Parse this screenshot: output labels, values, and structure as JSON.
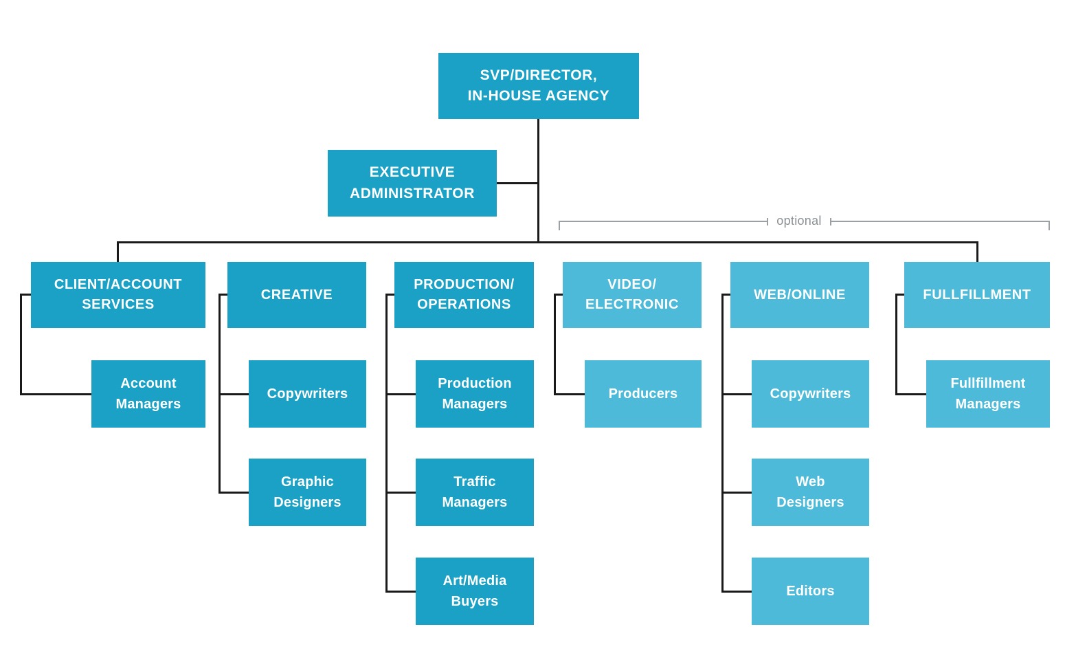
{
  "colors": {
    "primary": "#1ba1c5",
    "optional": "#4cbad8",
    "line": "#1a1a1a",
    "bracket": "#9aa0a4",
    "bracket_text": "#8b9094",
    "background": "#ffffff",
    "text": "#ffffff"
  },
  "root": {
    "label": "SVP/DIRECTOR,\nIN-HOUSE AGENCY"
  },
  "assistant": {
    "label": "EXECUTIVE\nADMINISTRATOR"
  },
  "optional_label": "optional",
  "departments": [
    {
      "label": "CLIENT/ACCOUNT\nSERVICES",
      "optional": false,
      "children": [
        {
          "label": "Account\nManagers"
        }
      ]
    },
    {
      "label": "CREATIVE",
      "optional": false,
      "children": [
        {
          "label": "Copywriters"
        },
        {
          "label": "Graphic\nDesigners"
        }
      ]
    },
    {
      "label": "PRODUCTION/\nOPERATIONS",
      "optional": false,
      "children": [
        {
          "label": "Production\nManagers"
        },
        {
          "label": "Traffic\nManagers"
        },
        {
          "label": "Art/Media\nBuyers"
        }
      ]
    },
    {
      "label": "VIDEO/\nELECTRONIC",
      "optional": true,
      "children": [
        {
          "label": "Producers"
        }
      ]
    },
    {
      "label": "WEB/ONLINE",
      "optional": true,
      "children": [
        {
          "label": "Copywriters"
        },
        {
          "label": "Web\nDesigners"
        },
        {
          "label": "Editors"
        }
      ]
    },
    {
      "label": "FULLFILLMENT",
      "optional": true,
      "children": [
        {
          "label": "Fullfillment\nManagers"
        }
      ]
    }
  ]
}
